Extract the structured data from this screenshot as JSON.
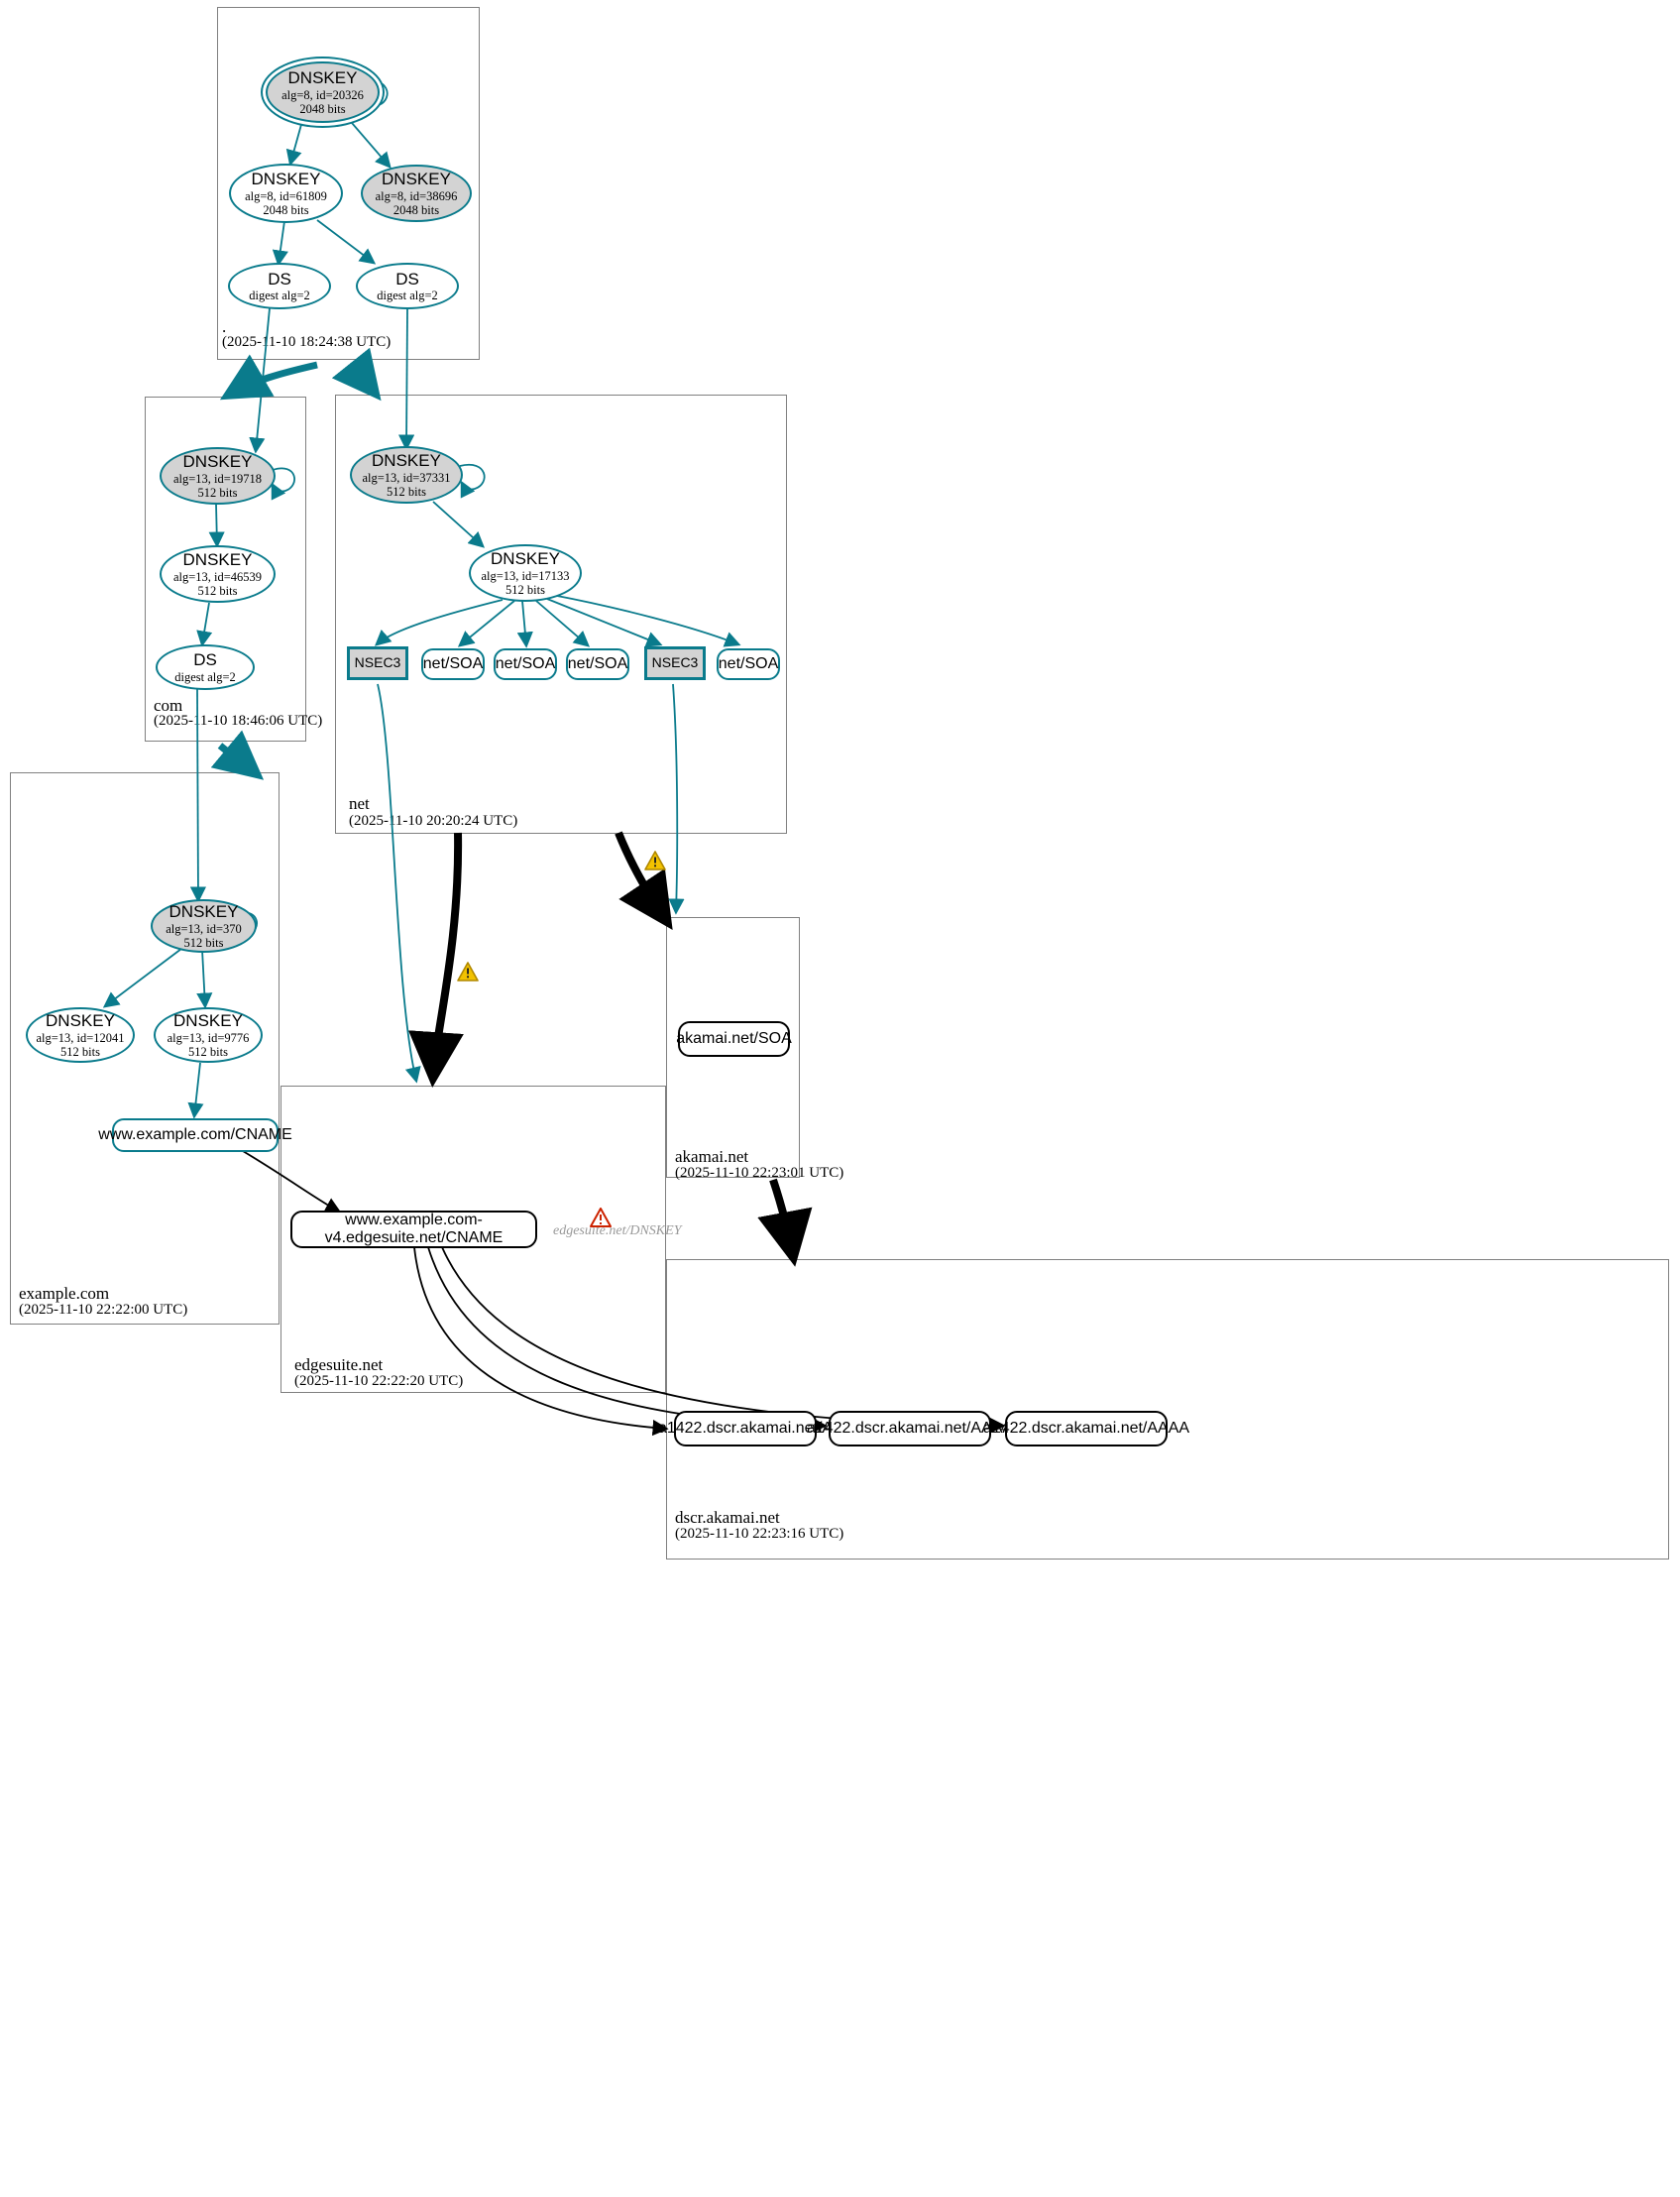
{
  "diagram": {
    "kind": "dnssec-authentication-chain",
    "accent_color": "#0a7b8c",
    "secure_fill": "#d3d3d3",
    "zone_border": "#808080",
    "warning_color": "#f2c200",
    "error_color": "#cc2200"
  },
  "zones": [
    {
      "id": "root",
      "label": ".",
      "timestamp": "(2025-11-10 18:24:38 UTC)"
    },
    {
      "id": "com",
      "label": "com",
      "timestamp": "(2025-11-10 18:46:06 UTC)"
    },
    {
      "id": "net",
      "label": "net",
      "timestamp": "(2025-11-10 20:20:24 UTC)"
    },
    {
      "id": "example_com",
      "label": "example.com",
      "timestamp": "(2025-11-10 22:22:00 UTC)"
    },
    {
      "id": "edgesuite",
      "label": "edgesuite.net",
      "timestamp": "(2025-11-10 22:22:20 UTC)"
    },
    {
      "id": "akamai",
      "label": "akamai.net",
      "timestamp": "(2025-11-10 22:23:01 UTC)"
    },
    {
      "id": "dscr",
      "label": "dscr.akamai.net",
      "timestamp": "(2025-11-10 22:23:16 UTC)"
    }
  ],
  "nodes": {
    "root_ksk": {
      "title": "DNSKEY",
      "line2": "alg=8, id=20326",
      "line3": "2048 bits"
    },
    "root_zsk1": {
      "title": "DNSKEY",
      "line2": "alg=8, id=61809",
      "line3": "2048 bits"
    },
    "root_zsk2": {
      "title": "DNSKEY",
      "line2": "alg=8, id=38696",
      "line3": "2048 bits"
    },
    "root_ds_com": {
      "title": "DS",
      "line2": "digest alg=2",
      "line3": ""
    },
    "root_ds_net": {
      "title": "DS",
      "line2": "digest alg=2",
      "line3": ""
    },
    "com_ksk": {
      "title": "DNSKEY",
      "line2": "alg=13, id=19718",
      "line3": "512 bits"
    },
    "com_zsk": {
      "title": "DNSKEY",
      "line2": "alg=13, id=46539",
      "line3": "512 bits"
    },
    "com_ds": {
      "title": "DS",
      "line2": "digest alg=2",
      "line3": ""
    },
    "net_ksk": {
      "title": "DNSKEY",
      "line2": "alg=13, id=37331",
      "line3": "512 bits"
    },
    "net_zsk": {
      "title": "DNSKEY",
      "line2": "alg=13, id=17133",
      "line3": "512 bits"
    },
    "net_nsec3_a": {
      "title": "NSEC3"
    },
    "net_soa_1": {
      "title": "net/SOA"
    },
    "net_soa_2": {
      "title": "net/SOA"
    },
    "net_soa_3": {
      "title": "net/SOA"
    },
    "net_nsec3_b": {
      "title": "NSEC3"
    },
    "net_soa_4": {
      "title": "net/SOA"
    },
    "ex_ksk": {
      "title": "DNSKEY",
      "line2": "alg=13, id=370",
      "line3": "512 bits"
    },
    "ex_zsk1": {
      "title": "DNSKEY",
      "line2": "alg=13, id=12041",
      "line3": "512 bits"
    },
    "ex_zsk2": {
      "title": "DNSKEY",
      "line2": "alg=13, id=9776",
      "line3": "512 bits"
    },
    "ex_cname": {
      "title": "www.example.com/CNAME"
    },
    "edge_cname": {
      "title": "www.example.com-v4.edgesuite.net/CNAME"
    },
    "edge_ghost": {
      "title": "edgesuite.net/DNSKEY"
    },
    "akamai_soa": {
      "title": "akamai.net/SOA"
    },
    "dscr_a": {
      "title": "a1422.dscr.akamai.net/A"
    },
    "dscr_aaaa1": {
      "title": "a1422.dscr.akamai.net/AAAA"
    },
    "dscr_aaaa2": {
      "title": "a1422.dscr.akamai.net/AAAA"
    }
  },
  "icons": {
    "warning": "warning-triangle-icon",
    "error": "error-triangle-icon"
  }
}
